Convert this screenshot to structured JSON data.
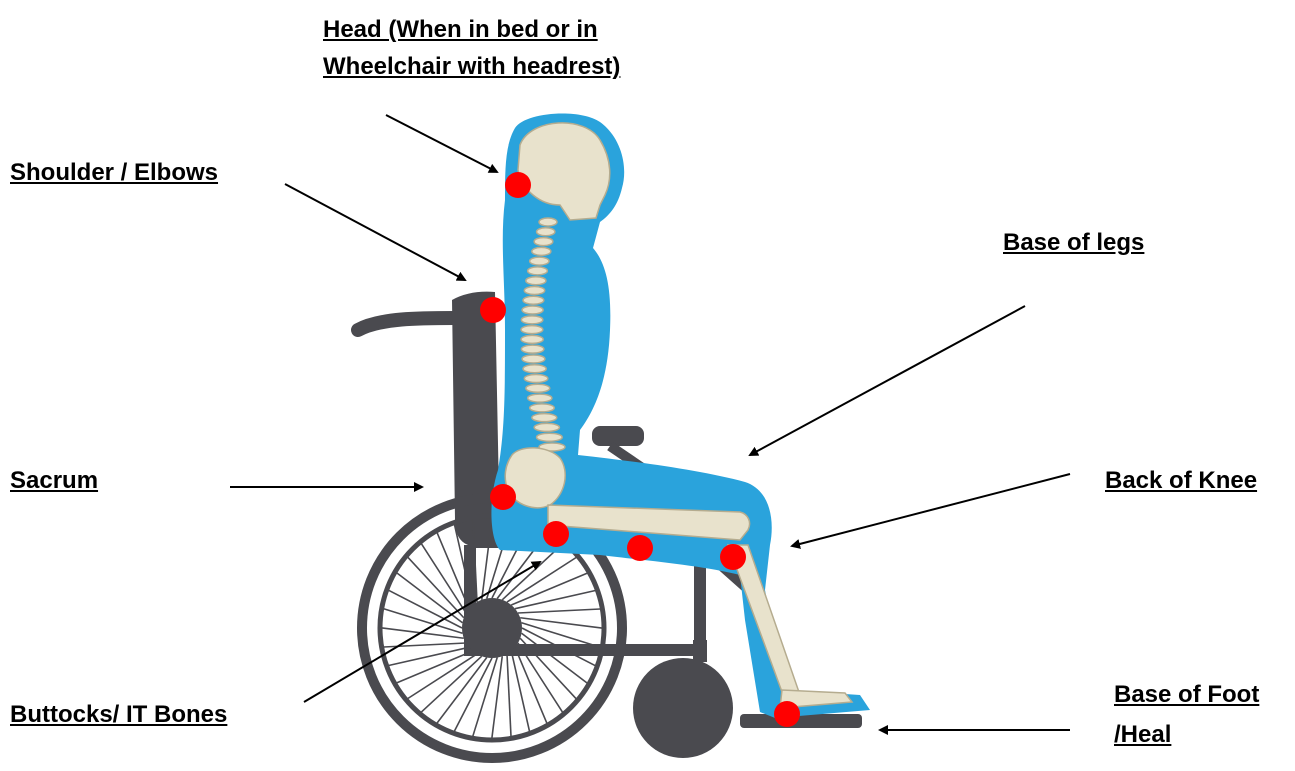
{
  "labels": {
    "head_line1": "Head (When in bed or in",
    "head_line2": "Wheelchair with headrest)",
    "shoulder": "Shoulder / Elbows",
    "base_of_legs": "Base of legs",
    "sacrum": "Sacrum",
    "back_of_knee": "Back of Knee",
    "buttocks": "Buttocks/ IT Bones",
    "base_of_foot_line1": "Base of Foot",
    "base_of_foot_line2": "/Heal"
  },
  "colors": {
    "pressure_point": "#ff0000",
    "body": "#2aa3dc",
    "wheelchair": "#4a4a4f",
    "bone": "#e8e2cc",
    "arrow": "#000000"
  }
}
